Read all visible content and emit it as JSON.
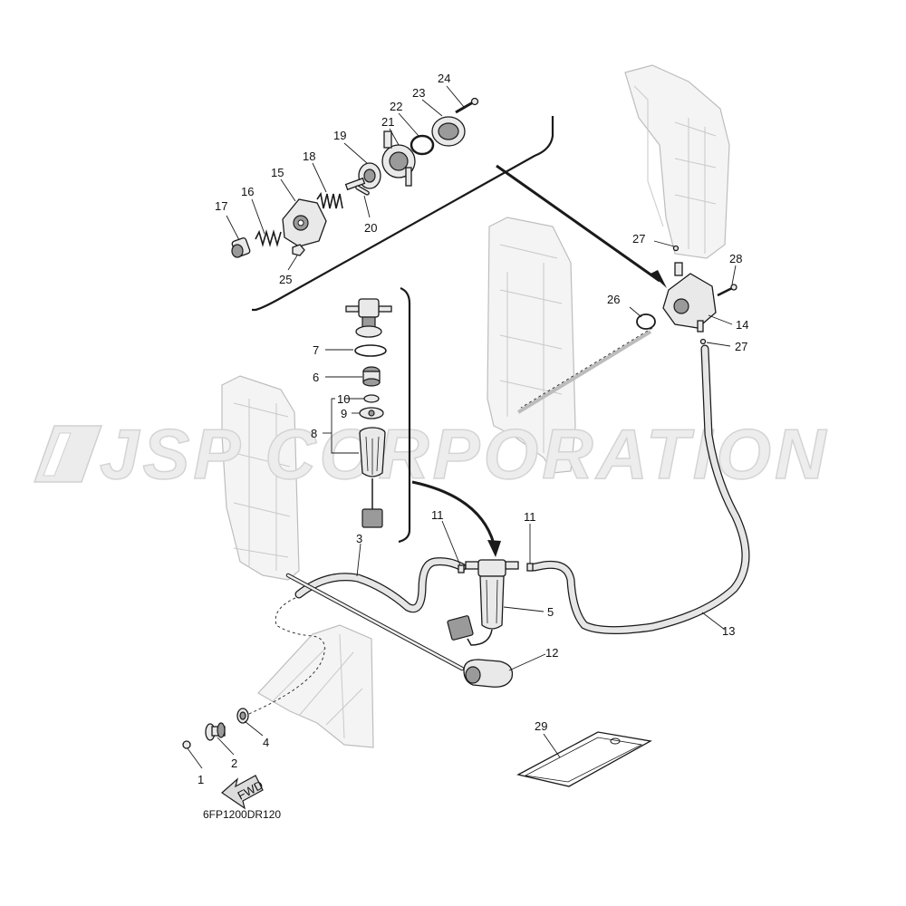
{
  "watermark": "JSP CORPORATION",
  "diagram_code": "6FP1200DR120",
  "fwd_label": "FWD",
  "callouts": [
    {
      "id": "c1",
      "label": "1"
    },
    {
      "id": "c2",
      "label": "2"
    },
    {
      "id": "c3",
      "label": "3"
    },
    {
      "id": "c4",
      "label": "4"
    },
    {
      "id": "c5",
      "label": "5"
    },
    {
      "id": "c6",
      "label": "6"
    },
    {
      "id": "c7",
      "label": "7"
    },
    {
      "id": "c8",
      "label": "8"
    },
    {
      "id": "c9",
      "label": "9"
    },
    {
      "id": "c10",
      "label": "10"
    },
    {
      "id": "c11a",
      "label": "11"
    },
    {
      "id": "c11b",
      "label": "11"
    },
    {
      "id": "c12",
      "label": "12"
    },
    {
      "id": "c13",
      "label": "13"
    },
    {
      "id": "c14",
      "label": "14"
    },
    {
      "id": "c15",
      "label": "15"
    },
    {
      "id": "c16",
      "label": "16"
    },
    {
      "id": "c17",
      "label": "17"
    },
    {
      "id": "c18",
      "label": "18"
    },
    {
      "id": "c19",
      "label": "19"
    },
    {
      "id": "c20",
      "label": "20"
    },
    {
      "id": "c21",
      "label": "21"
    },
    {
      "id": "c22",
      "label": "22"
    },
    {
      "id": "c23",
      "label": "23"
    },
    {
      "id": "c24",
      "label": "24"
    },
    {
      "id": "c25",
      "label": "25"
    },
    {
      "id": "c26",
      "label": "26"
    },
    {
      "id": "c27a",
      "label": "27"
    },
    {
      "id": "c27b",
      "label": "27"
    },
    {
      "id": "c28",
      "label": "28"
    },
    {
      "id": "c29",
      "label": "29"
    }
  ]
}
